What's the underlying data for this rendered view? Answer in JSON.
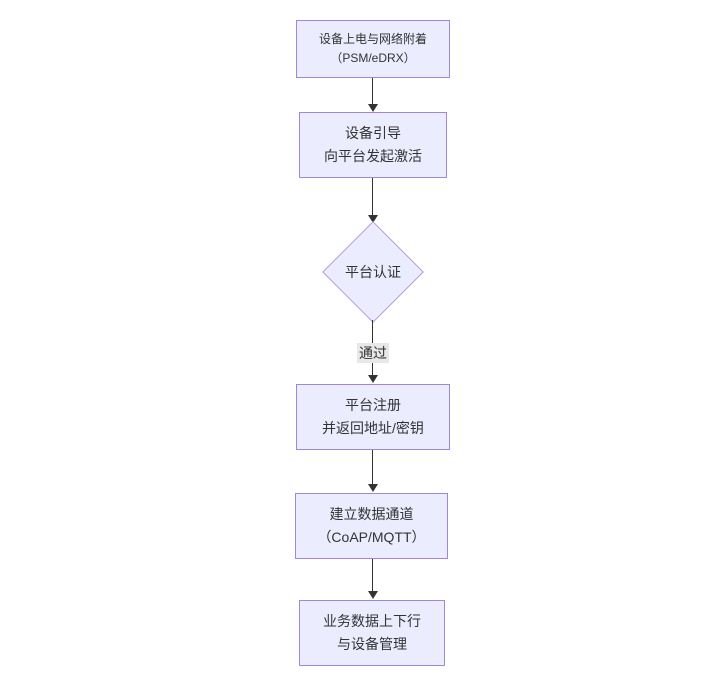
{
  "diagram": {
    "type": "flowchart",
    "direction": "top-down",
    "nodes": [
      {
        "id": "power-attach",
        "shape": "rect",
        "lines": [
          "设备上电与网络附着",
          "（PSM/eDRX）"
        ]
      },
      {
        "id": "bootstrap",
        "shape": "rect",
        "lines": [
          "设备引导",
          "向平台发起激活"
        ]
      },
      {
        "id": "platform-auth",
        "shape": "diamond",
        "lines": [
          "平台认证"
        ]
      },
      {
        "id": "platform-register",
        "shape": "rect",
        "lines": [
          "平台注册",
          "并返回地址/密钥"
        ]
      },
      {
        "id": "data-channel",
        "shape": "rect",
        "lines": [
          "建立数据通道",
          "（CoAP/MQTT）"
        ]
      },
      {
        "id": "business-data",
        "shape": "rect",
        "lines": [
          "业务数据上下行",
          "与设备管理"
        ]
      }
    ],
    "edges": [
      {
        "from": "power-attach",
        "to": "bootstrap",
        "label": ""
      },
      {
        "from": "bootstrap",
        "to": "platform-auth",
        "label": ""
      },
      {
        "from": "platform-auth",
        "to": "platform-register",
        "label": "通过"
      },
      {
        "from": "platform-register",
        "to": "data-channel",
        "label": ""
      },
      {
        "from": "data-channel",
        "to": "business-data",
        "label": ""
      }
    ],
    "colors": {
      "background": "#ffffff",
      "node_fill": "#ececff",
      "node_border": "#9f87db",
      "diamond_border": "#b39ddb",
      "edge_line": "#333333",
      "edge_label_bg": "#e8e8e8",
      "text": "#333333"
    }
  }
}
